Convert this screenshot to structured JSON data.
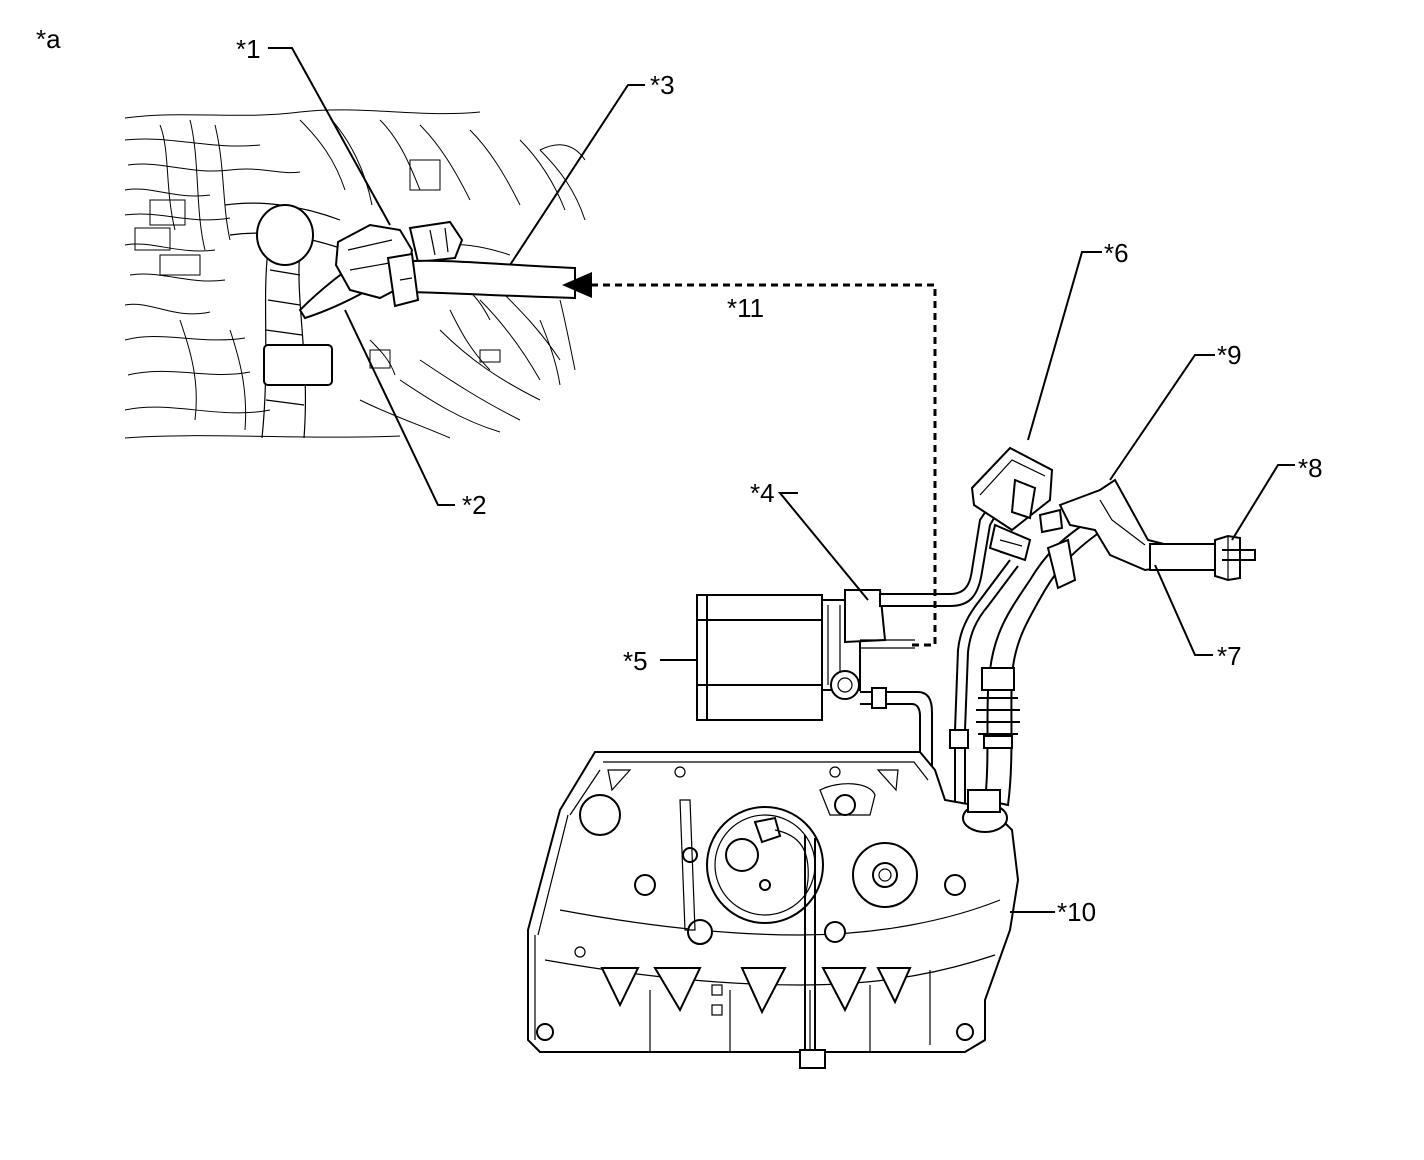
{
  "view_label": "*a",
  "callouts": {
    "c1": "*1",
    "c2": "*2",
    "c3": "*3",
    "c4": "*4",
    "c5": "*5",
    "c6": "*6",
    "c7": "*7",
    "c8": "*8",
    "c9": "*9",
    "c10": "*10",
    "c11": "*11"
  }
}
